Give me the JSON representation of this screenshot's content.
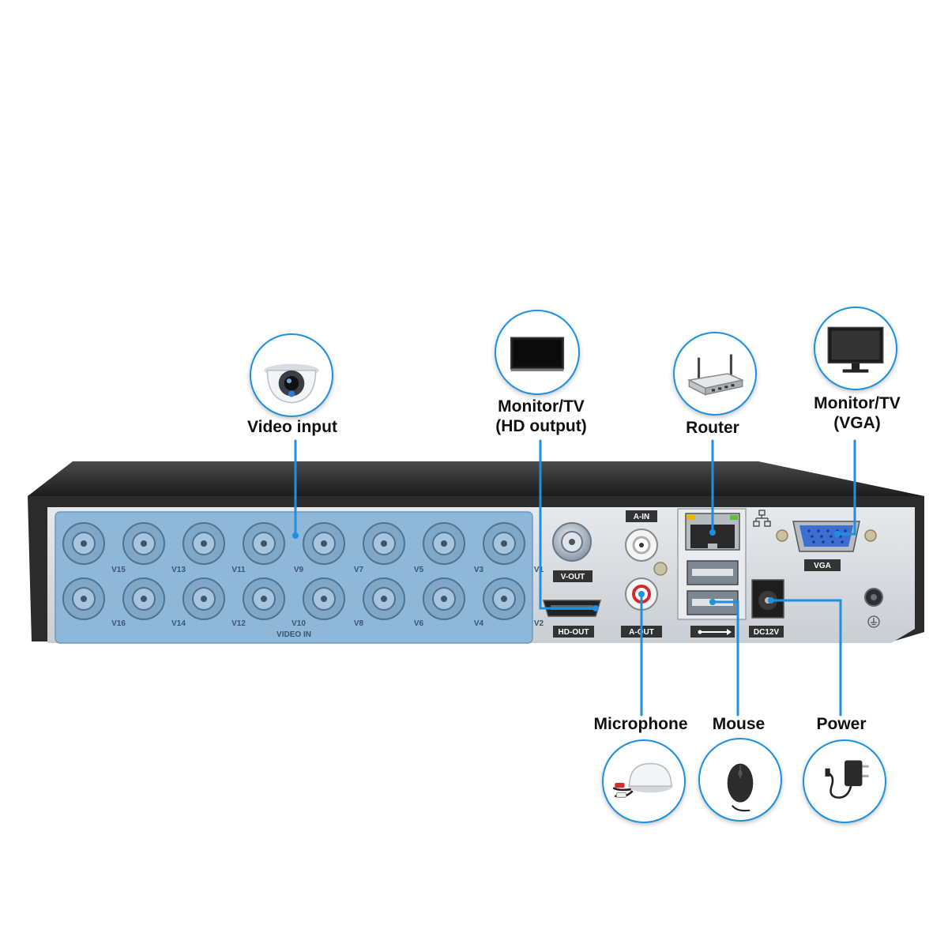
{
  "callouts": {
    "video_input": "Video input",
    "hd_output": [
      "Monitor/TV",
      "(HD output)"
    ],
    "router": "Router",
    "vga_output": [
      "Monitor/TV",
      "(VGA)"
    ],
    "microphone": "Microphone",
    "mouse": "Mouse",
    "power": "Power"
  },
  "panel": {
    "video_in_label": "VIDEO IN",
    "channels_top": [
      "V15",
      "V13",
      "V11",
      "V9",
      "V7",
      "V5",
      "V3",
      "V1"
    ],
    "channels_bottom": [
      "V16",
      "V14",
      "V12",
      "V10",
      "V8",
      "V6",
      "V4",
      "V2"
    ],
    "port_labels": {
      "v_out": "V-OUT",
      "hd_out": "HD-OUT",
      "a_in": "A-IN",
      "a_out": "A-OUT",
      "vga": "VGA",
      "dc": "DC12V"
    }
  },
  "colors": {
    "accent": "#1e90e0",
    "video_panel": "#8fb8d8",
    "chassis": "#2b2b2b",
    "back_plate": "#d9dde1"
  },
  "icons": [
    "dome-camera-icon",
    "tv-icon",
    "router-icon",
    "monitor-icon",
    "microphone-icon",
    "mouse-icon",
    "power-adapter-icon"
  ]
}
